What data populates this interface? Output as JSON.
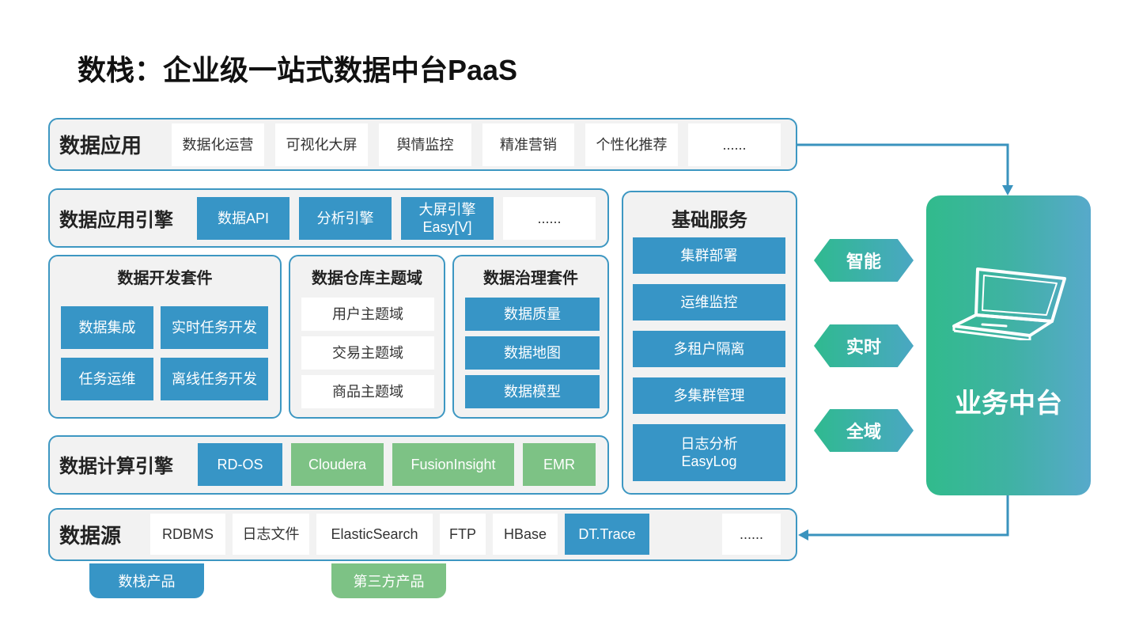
{
  "title": "数栈：企业级一站式数据中台PaaS",
  "data_app": {
    "label": "数据应用",
    "items": [
      "数据化运营",
      "可视化大屏",
      "舆情监控",
      "精准营销",
      "个性化推荐",
      "......"
    ]
  },
  "app_engine": {
    "label": "数据应用引擎",
    "items": [
      "数据API",
      "分析引擎",
      "大屏引擎\nEasy[V]",
      "......"
    ]
  },
  "dev_suite": {
    "title": "数据开发套件",
    "items": [
      "数据集成",
      "实时任务开发",
      "任务运维",
      "离线任务开发"
    ]
  },
  "warehouse": {
    "title": "数据仓库主题域",
    "items": [
      "用户主题域",
      "交易主题域",
      "商品主题域"
    ]
  },
  "governance": {
    "title": "数据治理套件",
    "items": [
      "数据质量",
      "数据地图",
      "数据模型"
    ]
  },
  "compute": {
    "label": "数据计算引擎",
    "items": [
      "RD-OS",
      "Cloudera",
      "FusionInsight",
      "EMR"
    ]
  },
  "basic_services": {
    "title": "基础服务",
    "items": [
      "集群部署",
      "运维监控",
      "多租户隔离",
      "多集群管理",
      "日志分析\nEasyLog"
    ]
  },
  "sources": {
    "label": "数据源",
    "items": [
      "RDBMS",
      "日志文件",
      "ElasticSearch",
      "FTP",
      "HBase",
      "DT.Trace",
      "......"
    ]
  },
  "features": [
    "智能",
    "实时",
    "全域"
  ],
  "business": {
    "label": "业务中台"
  },
  "legend": {
    "own": "数栈产品",
    "third": "第三方产品"
  },
  "colors": {
    "blue": "#3795c6",
    "green": "#7dc285",
    "border": "#3d97c2",
    "accent_green": "#31bb8c"
  }
}
